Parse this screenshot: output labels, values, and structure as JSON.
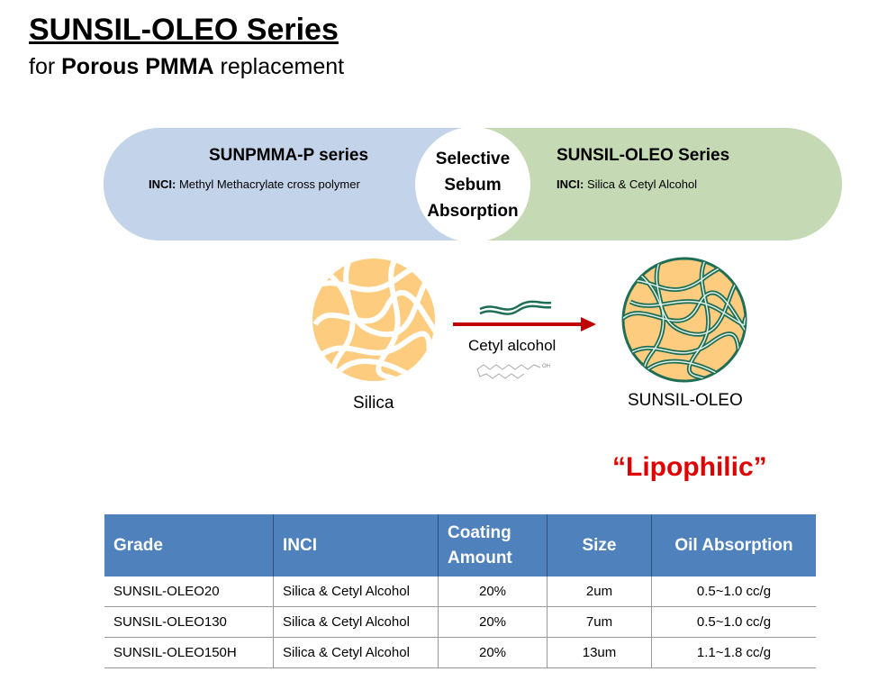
{
  "title": "SUNSIL-OLEO Series",
  "subtitle": {
    "prefix": "for ",
    "bold": "Porous PMMA",
    "suffix": " replacement"
  },
  "comparison": {
    "left": {
      "name": "SUNPMMA-P series",
      "inci_label": "INCI:",
      "inci": " Methyl Methacrylate cross polymer"
    },
    "center": [
      "Selective",
      "Sebum",
      "Absorption"
    ],
    "right": {
      "name": "SUNSIL-OLEO Series",
      "inci_label": "INCI:",
      "inci": " Silica & Cetyl Alcohol"
    }
  },
  "diagram": {
    "left_label": "Silica",
    "arrow_label": "Cetyl alcohol",
    "molecule_label": "OH",
    "right_label": "SUNSIL-OLEO"
  },
  "tagline": "“Lipophilic”",
  "table": {
    "headers": [
      "Grade",
      "INCI",
      "Coating Amount",
      "Size",
      "Oil Absorption"
    ],
    "rows": [
      [
        "SUNSIL-OLEO20",
        "Silica & Cetyl Alcohol",
        "20%",
        "2um",
        "0.5~1.0 cc/g"
      ],
      [
        "SUNSIL-OLEO130",
        "Silica & Cetyl Alcohol",
        "20%",
        "7um",
        "0.5~1.0 cc/g"
      ],
      [
        "SUNSIL-OLEO150H",
        "Silica & Cetyl Alcohol",
        "20%",
        "13um",
        "1.1~1.8 cc/g"
      ]
    ]
  },
  "colors": {
    "blue": "#c3d3ea",
    "green": "#c4d9b4",
    "header": "#4f81bd",
    "red": "#e00000",
    "arrow": "#c00000",
    "teal": "#1e6e55",
    "tan": "#fdcc7f"
  }
}
